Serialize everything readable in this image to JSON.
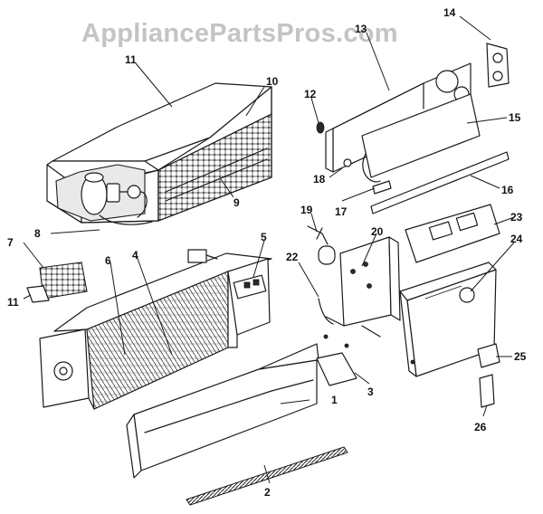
{
  "watermark": "AppliancePartsPros.com",
  "callouts": [
    "1",
    "2",
    "3",
    "4",
    "5",
    "6",
    "7",
    "8",
    "9",
    "10",
    "11",
    "11",
    "12",
    "13",
    "14",
    "15",
    "16",
    "17",
    "18",
    "19",
    "20",
    "22",
    "23",
    "24",
    "25",
    "26"
  ]
}
